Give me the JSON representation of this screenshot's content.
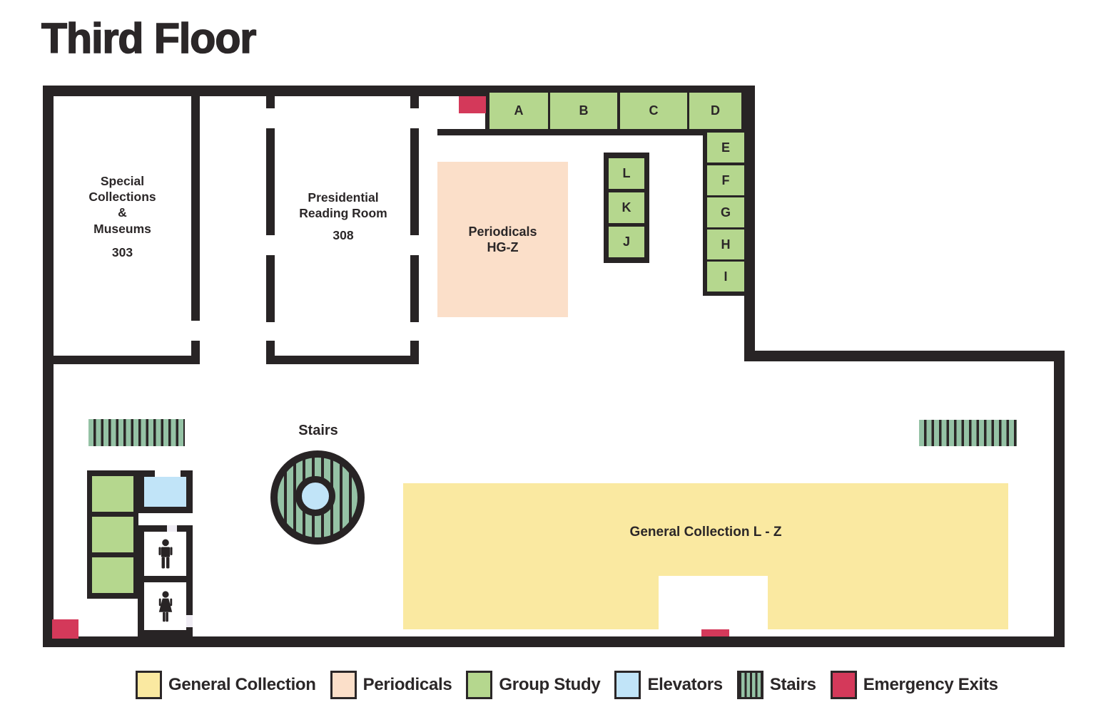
{
  "title": "Third Floor",
  "colors": {
    "walls": "#282425",
    "general_collection": "#fae9a1",
    "periodicals": "#fbdfc9",
    "group_study": "#b5d78e",
    "elevators": "#c1e4f8",
    "stairs": "#95c2a5",
    "emergency_exits": "#d4395a"
  },
  "rooms": {
    "special_collections": {
      "lines": [
        "Special",
        "Collections",
        "&",
        "Museums"
      ],
      "number": "303"
    },
    "presidential_reading_room": {
      "lines": [
        "Presidential",
        "Reading Room"
      ],
      "number": "308"
    },
    "periodicals": {
      "lines": [
        "Periodicals",
        "HG-Z"
      ]
    },
    "general_collection": {
      "label": "General Collection L - Z"
    },
    "stairs": {
      "label": "Stairs"
    }
  },
  "group_study_rooms": {
    "top_row": [
      "A",
      "B",
      "C",
      "D"
    ],
    "right_column": [
      "E",
      "F",
      "G",
      "H",
      "I"
    ],
    "center_column": [
      "L",
      "K",
      "J"
    ]
  },
  "icons": {
    "mens_restroom": "male-figure-icon",
    "womens_restroom": "female-figure-icon"
  },
  "legend": {
    "items": [
      {
        "label": "General Collection",
        "type": "general-collection",
        "color": "#fae9a1"
      },
      {
        "label": "Periodicals",
        "type": "periodicals",
        "color": "#fbdfc9"
      },
      {
        "label": "Group Study",
        "type": "group-study",
        "color": "#b5d78e"
      },
      {
        "label": "Elevators",
        "type": "elevators",
        "color": "#c1e4f8"
      },
      {
        "label": "Stairs",
        "type": "stairs",
        "color": "#95c2a5"
      },
      {
        "label": "Emergency Exits",
        "type": "emergency-exits",
        "color": "#d4395a"
      }
    ]
  }
}
